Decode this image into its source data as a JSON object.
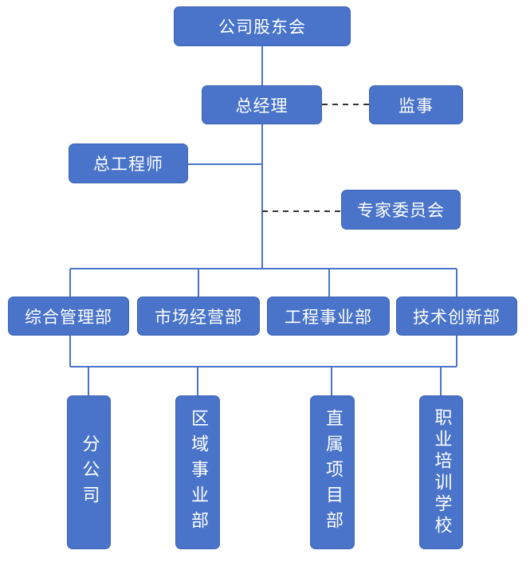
{
  "org_chart": {
    "top": {
      "label": "公司股东会"
    },
    "gm": {
      "label": "总经理"
    },
    "supervisor": {
      "label": "监事"
    },
    "chief_engineer": {
      "label": "总工程师"
    },
    "expert_committee": {
      "label": "专家委员会"
    },
    "departments": [
      {
        "label": "综合管理部"
      },
      {
        "label": "市场经营部"
      },
      {
        "label": "工程事业部"
      },
      {
        "label": "技术创新部"
      }
    ],
    "units": [
      {
        "label": "分公司"
      },
      {
        "label": "区域事业部"
      },
      {
        "label": "直属项目部"
      },
      {
        "label": "职业培训学校"
      }
    ]
  },
  "colors": {
    "box_fill": "#4a74c9",
    "box_text": "#ffffff",
    "solid_line": "#4a74c9",
    "dashed_line": "#333333"
  }
}
